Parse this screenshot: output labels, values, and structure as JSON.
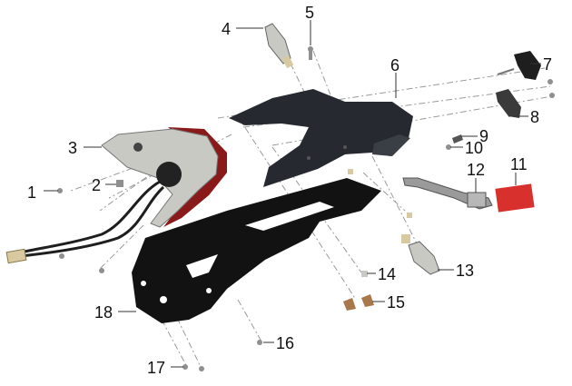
{
  "callouts": [
    {
      "id": "1",
      "label": "1"
    },
    {
      "id": "2",
      "label": "2"
    },
    {
      "id": "3",
      "label": "3"
    },
    {
      "id": "4",
      "label": "4"
    },
    {
      "id": "5",
      "label": "5"
    },
    {
      "id": "6",
      "label": "6"
    },
    {
      "id": "7",
      "label": "7"
    },
    {
      "id": "8",
      "label": "8"
    },
    {
      "id": "9",
      "label": "9"
    },
    {
      "id": "10",
      "label": "10"
    },
    {
      "id": "11",
      "label": "11"
    },
    {
      "id": "12",
      "label": "12"
    },
    {
      "id": "13",
      "label": "13"
    },
    {
      "id": "14",
      "label": "14"
    },
    {
      "id": "15",
      "label": "15"
    },
    {
      "id": "16",
      "label": "16"
    },
    {
      "id": "17",
      "label": "17"
    },
    {
      "id": "18",
      "label": "18"
    }
  ],
  "colors": {
    "bracket": "#121212",
    "fender": "#262a30",
    "lamp_red": "#8a1a1a",
    "lamp_lens": "#c9c9c4",
    "reflector": "#d8312d",
    "hardware": "#8f8f8f",
    "connector": "#d8c9a0",
    "wire": "#1e1e1e"
  }
}
